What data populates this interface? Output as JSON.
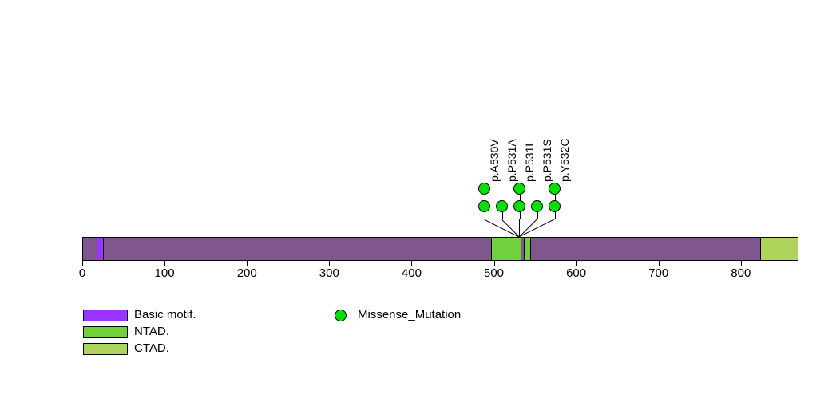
{
  "chart_data": {
    "type": "lollipop",
    "title": "",
    "xlabel": "",
    "ylabel": "",
    "xlim": [
      0,
      870
    ],
    "protein_length": 870,
    "axis_ticks": [
      0,
      100,
      200,
      300,
      400,
      500,
      600,
      700,
      800
    ],
    "axis_tick_labels": [
      "0",
      "100",
      "200",
      "300",
      "400",
      "500",
      "600",
      "700",
      "800"
    ],
    "domains": [
      {
        "name": "Basic motif.",
        "start": 17,
        "end": 26,
        "color": "#9933ff"
      },
      {
        "name": "NTAD.",
        "start": 497,
        "end": 533,
        "color": "#71d13d"
      },
      {
        "name": "NTAD.",
        "start": 536,
        "end": 545,
        "color": "#71d13d"
      },
      {
        "name": "CTAD.",
        "start": 823,
        "end": 870,
        "color": "#aed45c"
      }
    ],
    "backbone_color": "#80568e",
    "mutations": [
      {
        "label": "p.A530V",
        "position": 530,
        "count": 2,
        "color": "#00e000"
      },
      {
        "label": "p.P531A",
        "position": 531,
        "count": 1,
        "color": "#00e000"
      },
      {
        "label": "p.P531L",
        "position": 531,
        "count": 2,
        "color": "#00e000"
      },
      {
        "label": "p.P531S",
        "position": 531,
        "count": 1,
        "color": "#00e000"
      },
      {
        "label": "p.Y532C",
        "position": 532,
        "count": 2,
        "color": "#00e000"
      }
    ]
  },
  "domain_legend": {
    "items": [
      {
        "label": "Basic motif.",
        "color": "#9933ff"
      },
      {
        "label": "NTAD.",
        "color": "#71d13d"
      },
      {
        "label": "CTAD.",
        "color": "#aed45c"
      }
    ]
  },
  "mutation_legend": {
    "items": [
      {
        "label": "Missense_Mutation",
        "color": "#00e000"
      }
    ]
  }
}
